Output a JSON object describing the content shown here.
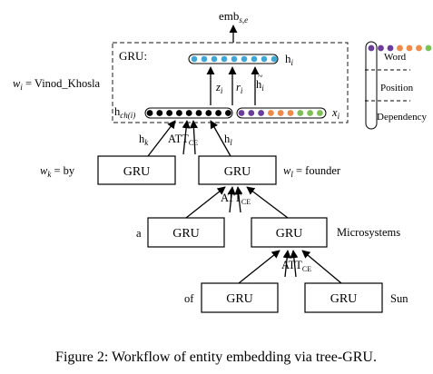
{
  "labels": {
    "emb": "emb",
    "emb_sub": "s,e",
    "gru_colon": "GRU:",
    "h_i": "h",
    "h_i_sub": "i",
    "wi_eq": "w",
    "wi_sub": "i",
    "wi_val": " = Vinod_Khosla",
    "z": "z",
    "z_sub": "i",
    "r": "r",
    "r_sub": "i",
    "htilde": "h",
    "htilde_sub": "i",
    "hch": "h",
    "hch_sub": "ch(i)",
    "x": "x",
    "x_sub": "i",
    "hk": "h",
    "hk_sub": "k",
    "hl": "h",
    "hl_sub": "l",
    "att": "ATT",
    "att_sub": "CE",
    "wk": "w",
    "wk_sub": "k",
    "wk_val": " = by",
    "wl": "w",
    "wl_sub": "l",
    "wl_val": " = founder",
    "a": "a",
    "microsystems": "Microsystems",
    "of": "of",
    "sun": "Sun"
  },
  "gru_label": "GRU",
  "legend": [
    "Word",
    "Position",
    "Dependency"
  ],
  "caption": "Figure 2: Workflow of entity embedding via tree-GRU.",
  "colors": {
    "word": "#6a3d9a",
    "position": "#f08a4b",
    "dependency": "#7fbf5a",
    "hidden": "#3fa7d6",
    "black": "#000000"
  }
}
